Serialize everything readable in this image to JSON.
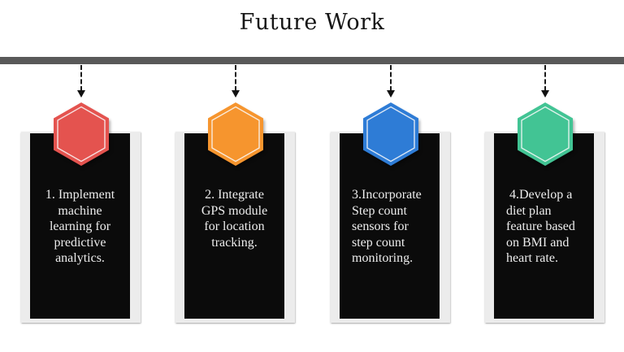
{
  "slide": {
    "title": "Future Work",
    "background": "#ffffff",
    "divider_color": "#595959",
    "text_color": "#ededed",
    "card_background": "#0b0b0b",
    "card_frame_color": "#ececec"
  },
  "icons": {
    "connector": "dashed-down-arrow",
    "marker": "hexagon"
  },
  "cards": [
    {
      "number": "1",
      "hexagon_color": "#e4534f",
      "text": "1. Implement\nmachine\nlearning for\npredictive\nanalytics."
    },
    {
      "number": "2",
      "hexagon_color": "#f6952e",
      "text": "2. Integrate\nGPS module\nfor location\ntracking."
    },
    {
      "number": "3",
      "hexagon_color": "#2e7cd6",
      "text": "3.Incorporate\nStep count\nsensors for\nstep count\nmonitoring."
    },
    {
      "number": "4",
      "hexagon_color": "#42c494",
      "text": " 4.Develop a\ndiet plan\nfeature based\non BMI and\nheart rate."
    }
  ]
}
